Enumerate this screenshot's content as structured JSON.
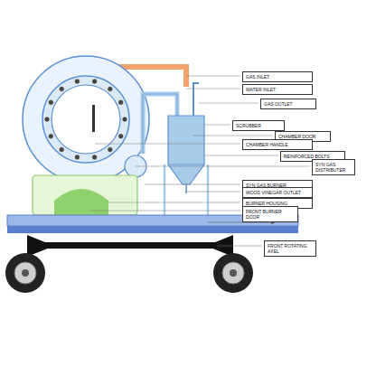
{
  "diagram": {
    "nodes": [
      {
        "text": [
          "GAS INLET"
        ]
      },
      {
        "text": [
          "WATER INLET"
        ]
      },
      {
        "text": [
          "GAS OUTLET"
        ]
      },
      {
        "text": [
          "SCRUBBER"
        ]
      },
      {
        "text": [
          "CHAMBER DOOR"
        ]
      },
      {
        "text": [
          "CHAMBER HANDLE"
        ]
      },
      {
        "text": [
          "REINFORCED BOLTS"
        ]
      },
      {
        "text": [
          "SYN GAS DISTRIBUTER"
        ]
      },
      {
        "text": [
          "SYN GAS BURNER"
        ]
      },
      {
        "text": [
          "WOOD VINEGAR OUTLET"
        ]
      },
      {
        "text": [
          "BURNER HOUSING"
        ]
      },
      {
        "text": [
          "FRONT BURNER DOOR"
        ]
      },
      {
        "text": [
          "FRONT ROTATING AXEL"
        ]
      }
    ]
  }
}
